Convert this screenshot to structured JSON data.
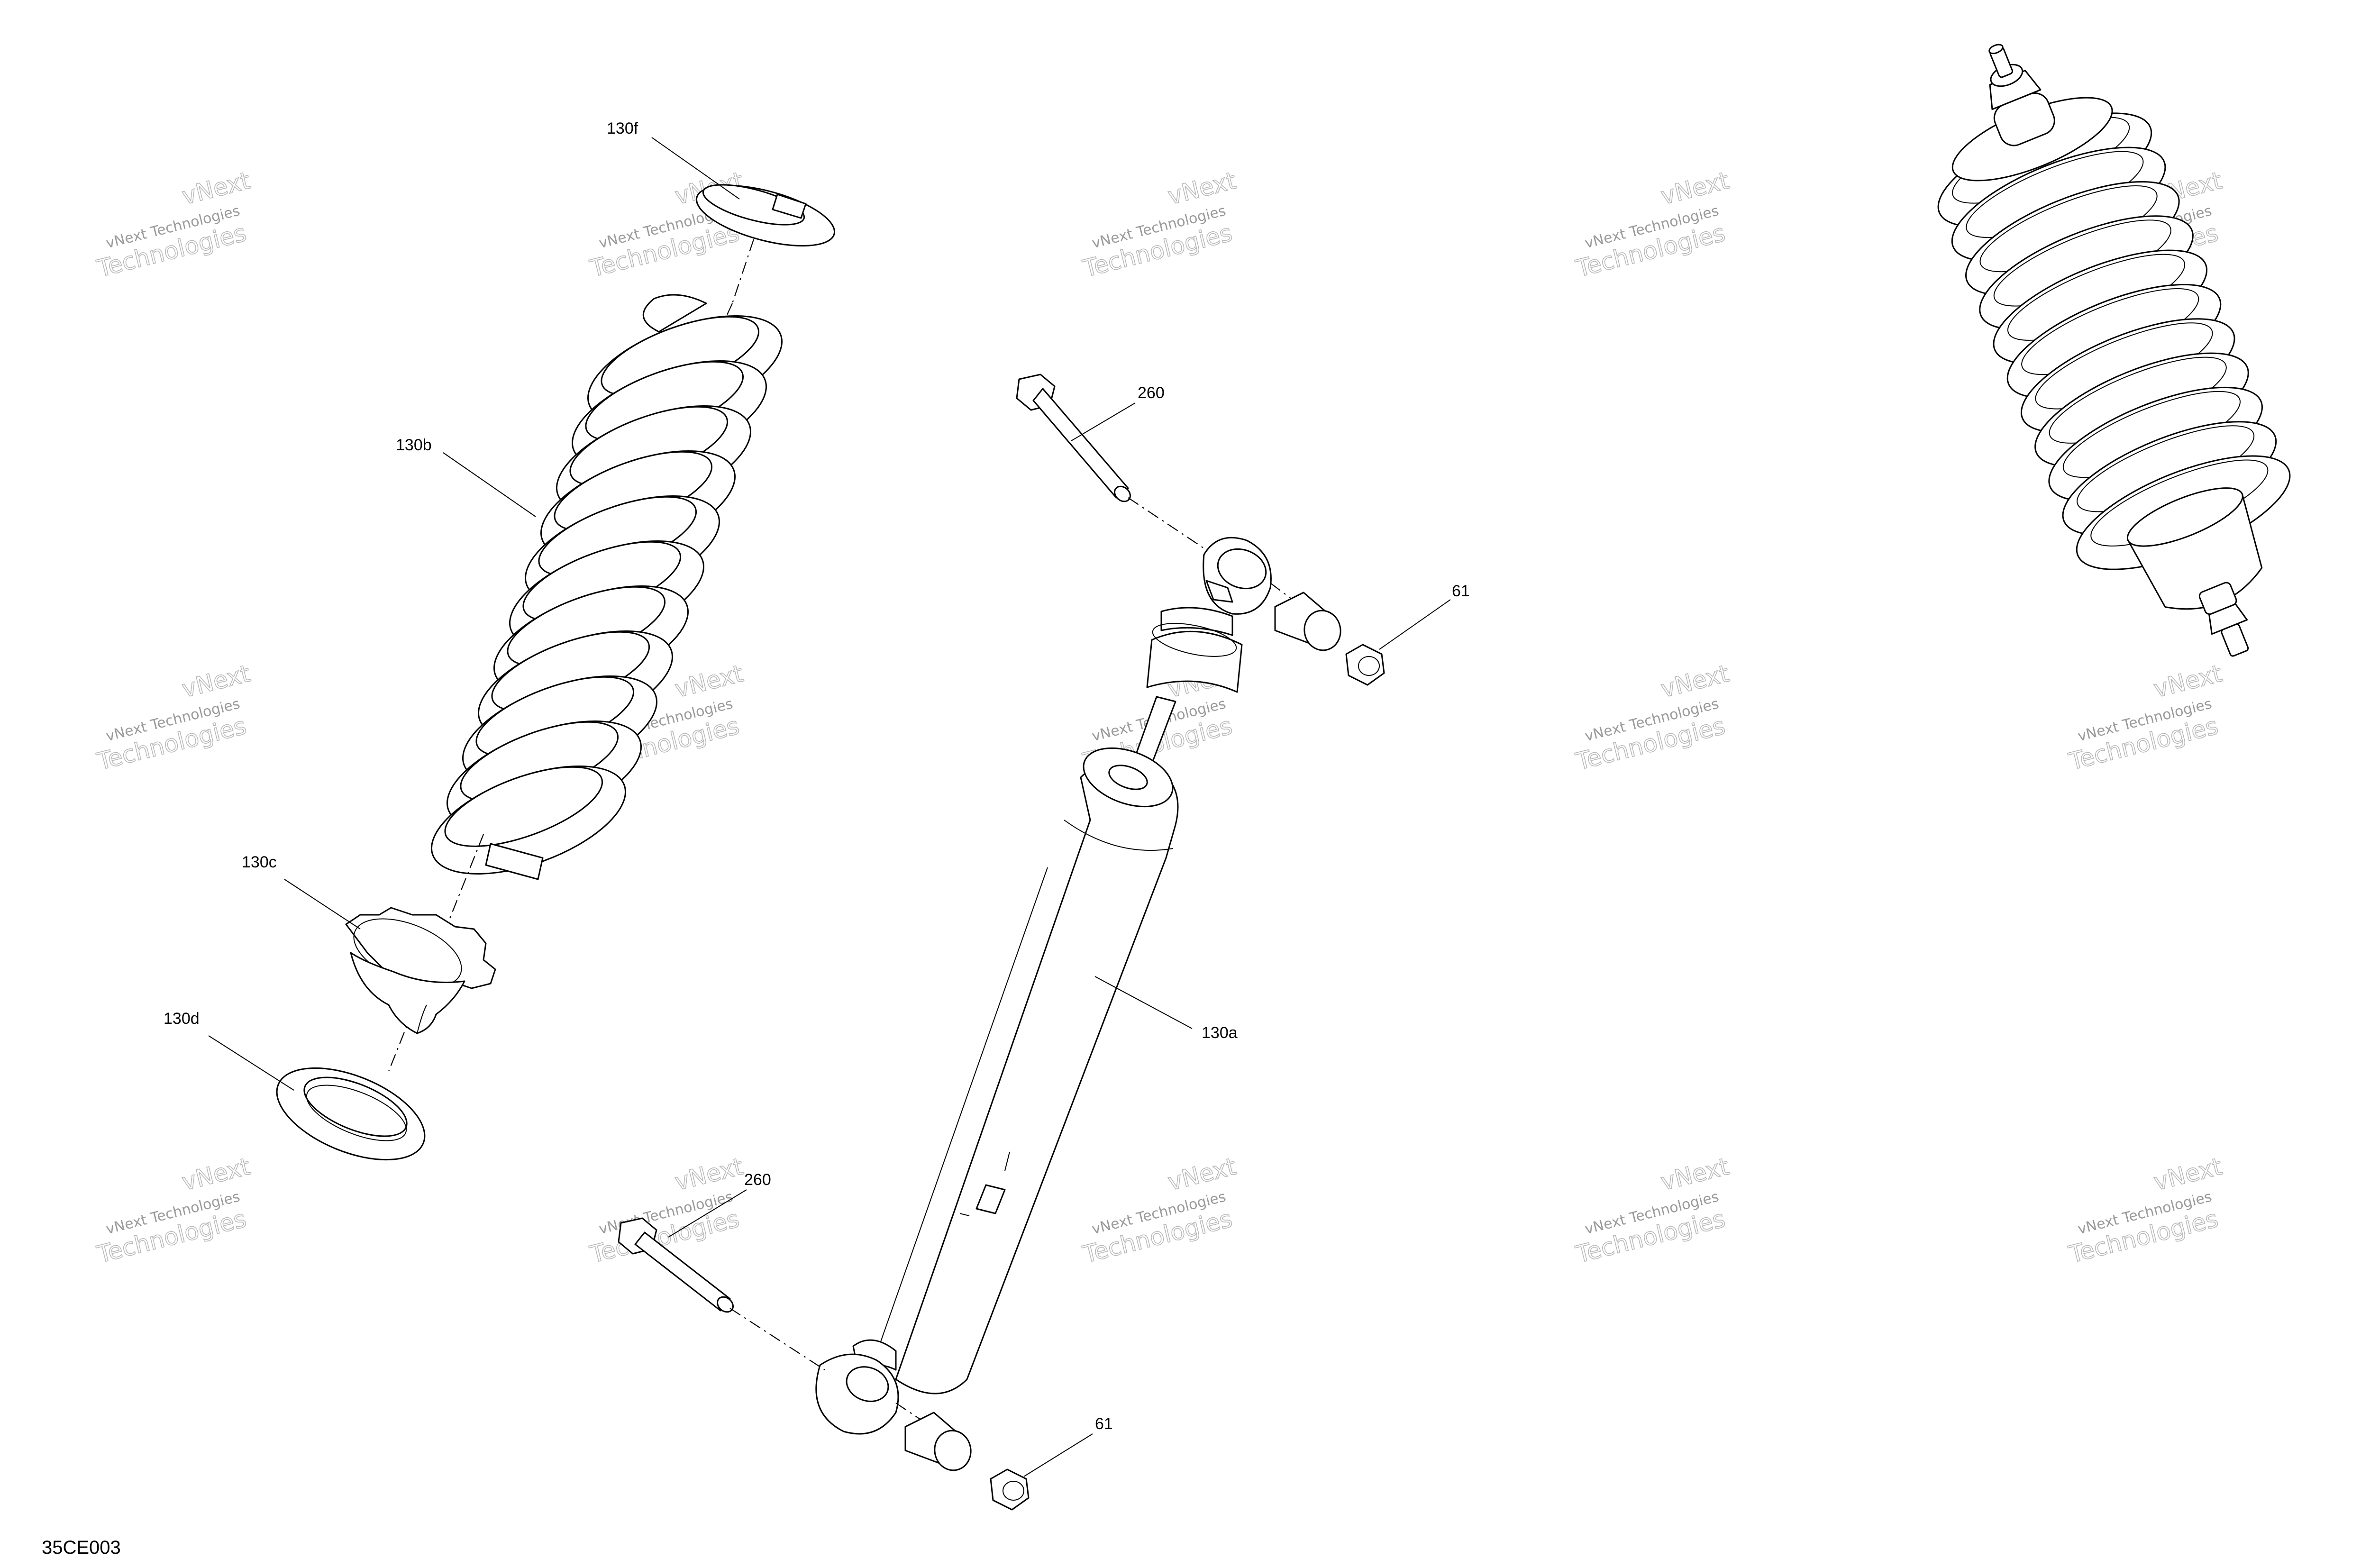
{
  "diagram": {
    "callouts": [
      {
        "label": "130f"
      },
      {
        "label": "130b"
      },
      {
        "label": "130c"
      },
      {
        "label": "130d"
      },
      {
        "label": "260"
      },
      {
        "label": "61"
      },
      {
        "label": "130a"
      },
      {
        "label": "260"
      },
      {
        "label": "61"
      }
    ],
    "reference_code": "35CE003",
    "watermark": {
      "line1": "vNext Technologies",
      "line2": "Technologies",
      "logo_text": "vNext"
    }
  }
}
